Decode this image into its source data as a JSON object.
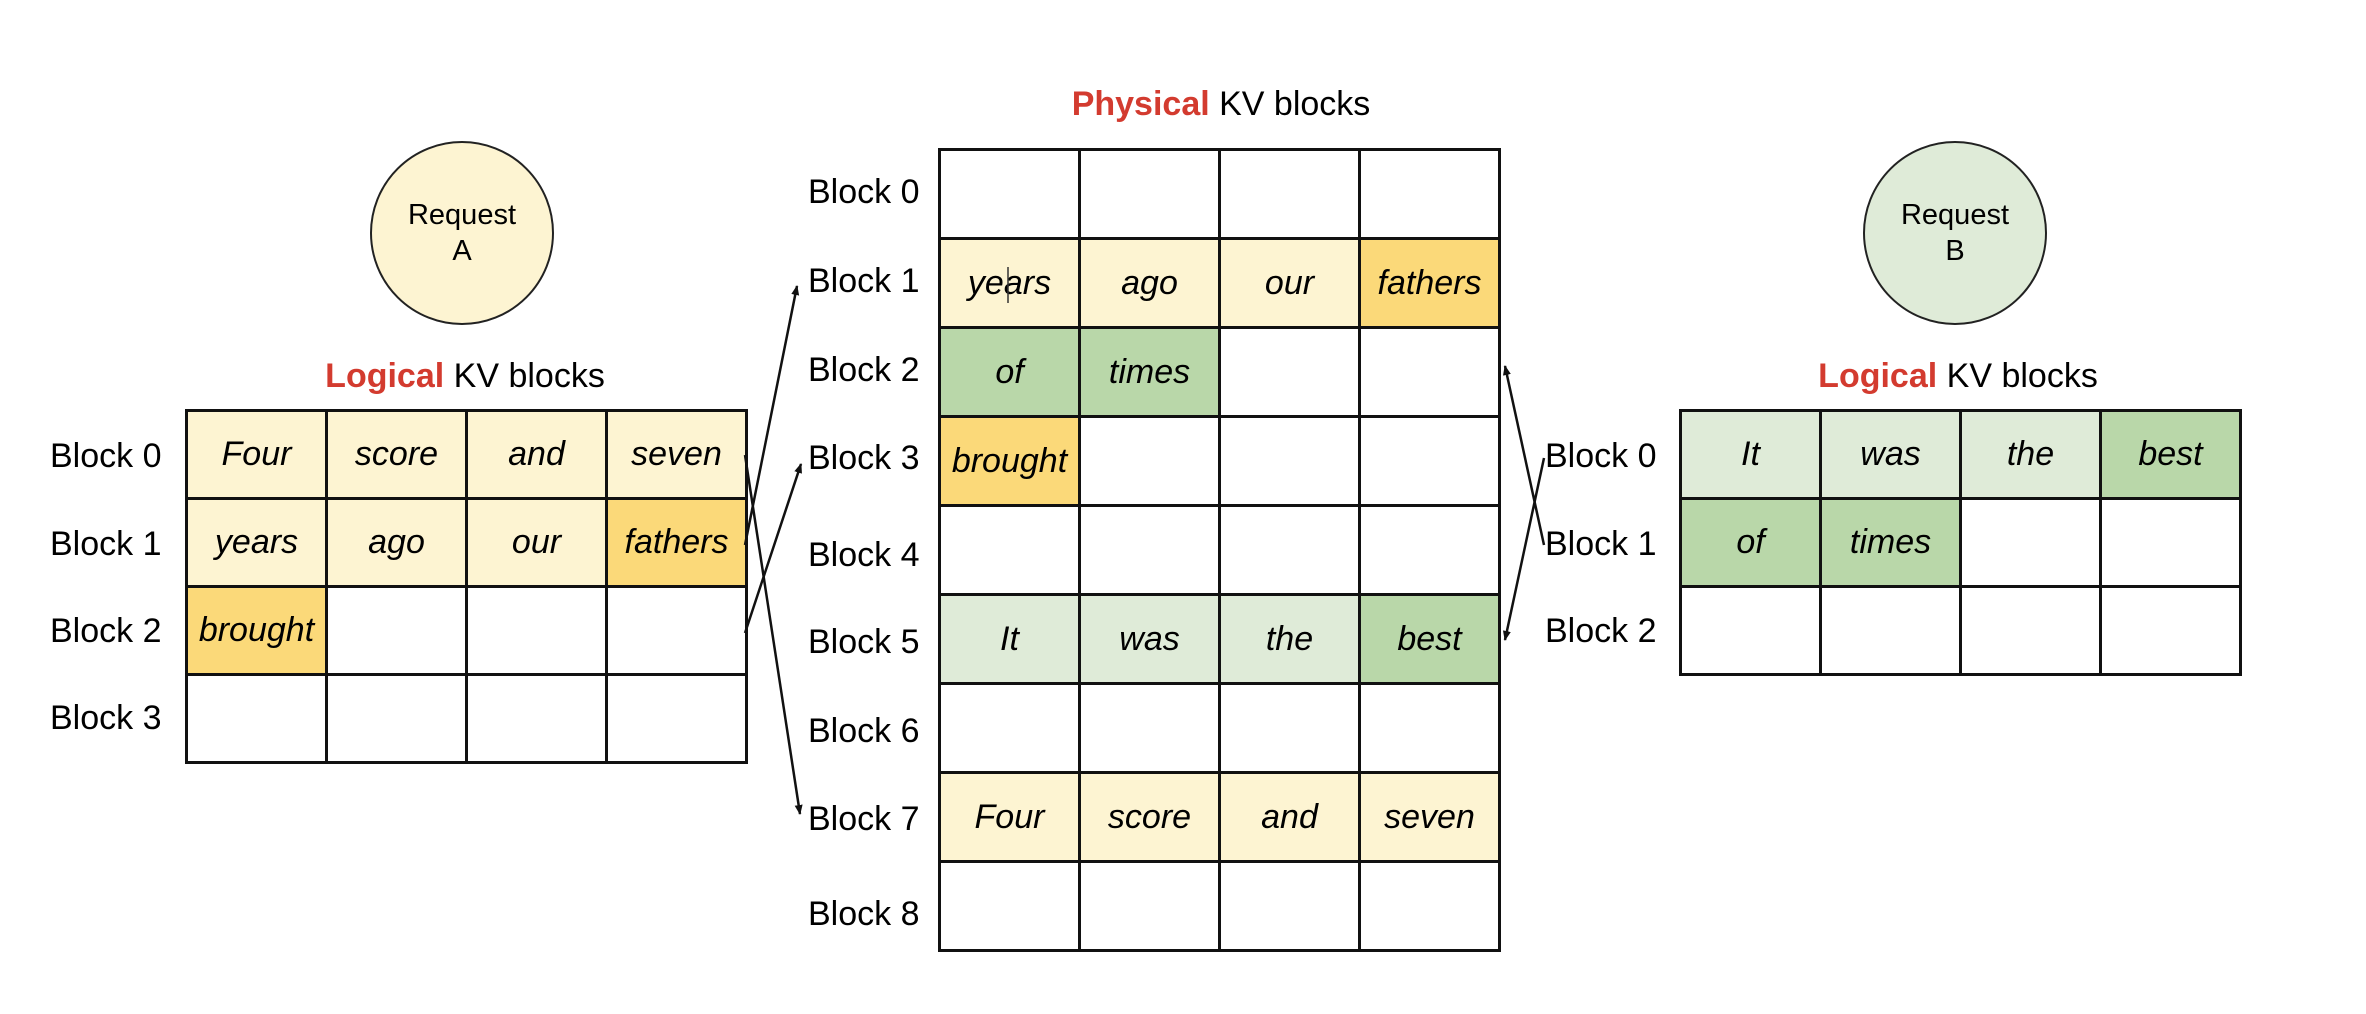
{
  "request_a": {
    "line1": "Request",
    "line2": "A"
  },
  "request_b": {
    "line1": "Request",
    "line2": "B"
  },
  "physical_title": {
    "accent": "Physical",
    "rest": " KV blocks"
  },
  "logical_a_title": {
    "accent": "Logical",
    "rest": " KV blocks"
  },
  "logical_b_title": {
    "accent": "Logical",
    "rest": " KV blocks"
  },
  "logical_a": {
    "row_labels": [
      "Block 0",
      "Block 1",
      "Block 2",
      "Block 3"
    ],
    "rows": [
      [
        "Four",
        "score",
        "and",
        "seven"
      ],
      [
        "years",
        "ago",
        "our",
        "fathers"
      ],
      [
        "brought",
        "",
        "",
        ""
      ],
      [
        "",
        "",
        "",
        ""
      ]
    ]
  },
  "physical": {
    "row_labels": [
      "Block 0",
      "Block 1",
      "Block 2",
      "Block 3",
      "Block 4",
      "Block 5",
      "Block 6",
      "Block 7",
      "Block 8"
    ],
    "rows": [
      [
        "",
        "",
        "",
        ""
      ],
      [
        "years",
        "ago",
        "our",
        "fathers"
      ],
      [
        "of",
        "times",
        "",
        ""
      ],
      [
        "brought",
        "",
        "",
        ""
      ],
      [
        "",
        "",
        "",
        ""
      ],
      [
        "It",
        "was",
        "the",
        "best"
      ],
      [
        "",
        "",
        "",
        ""
      ],
      [
        "Four",
        "score",
        "and",
        "seven"
      ],
      [
        "",
        "",
        "",
        ""
      ]
    ]
  },
  "logical_b": {
    "row_labels": [
      "Block 0",
      "Block 1",
      "Block 2"
    ],
    "rows": [
      [
        "It",
        "was",
        "the",
        "best"
      ],
      [
        "of",
        "times",
        "",
        ""
      ],
      [
        "",
        "",
        "",
        ""
      ]
    ]
  },
  "colors": {
    "accent_red": "#d33b2f",
    "light_yellow": "#fdf4d2",
    "dark_yellow": "#fbd979",
    "light_green": "#dfebd8",
    "dark_green": "#b9d7a9",
    "line": "#111111"
  }
}
